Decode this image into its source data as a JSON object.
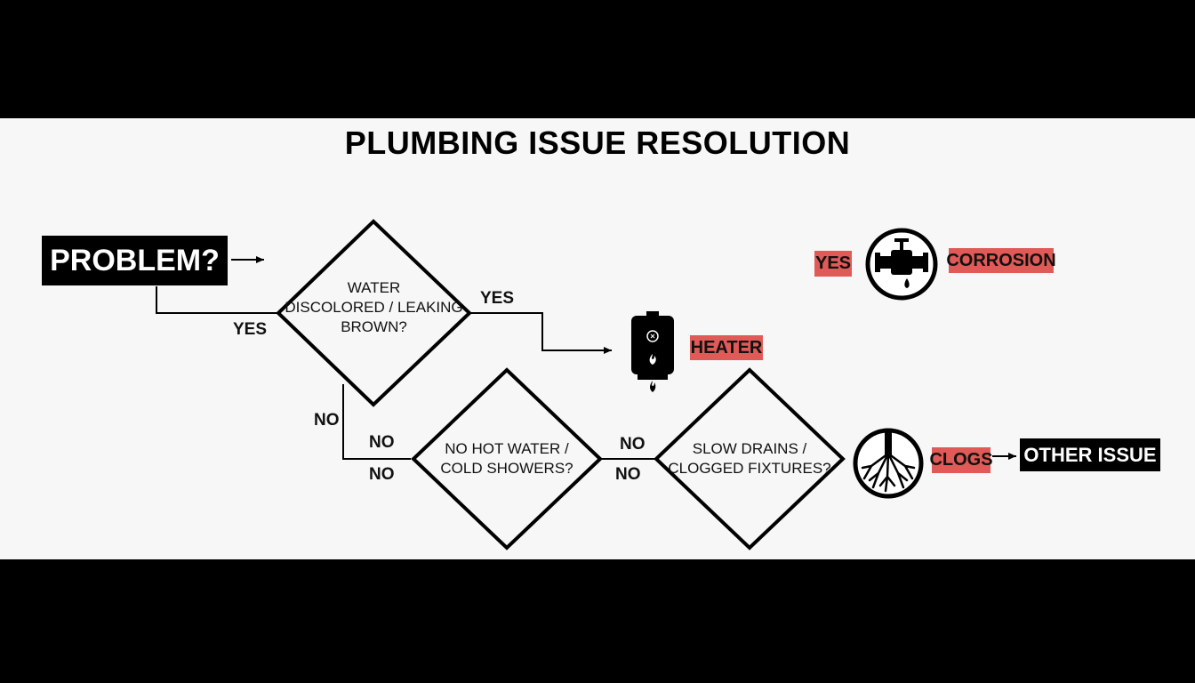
{
  "title": "PLUMBING ISSUE RESOLUTION",
  "start": {
    "label": "PROBLEM?"
  },
  "decisions": [
    {
      "lines": [
        "WATER",
        "DISCOLORED / LEAKING",
        "BROWN?"
      ]
    },
    {
      "lines": [
        "NO HOT WATER /",
        "COLD SHOWERS?"
      ]
    },
    {
      "lines": [
        "SLOW DRAINS /",
        "CLOGGED FIXTURES?"
      ]
    }
  ],
  "edge_labels": {
    "yes_start": "YES",
    "yes_d1": "YES",
    "no_left": "NO",
    "no_top_1": "NO",
    "no_bottom_1": "NO",
    "no_top_2": "NO",
    "no_bottom_2": "NO",
    "yes_corrosion": "YES"
  },
  "outcomes": {
    "heater": "HEATER",
    "corrosion": "CORROSION",
    "clogs": "CLOGS",
    "other": "OTHER ISSUE"
  },
  "icons": {
    "heater": "water-heater-icon",
    "corrosion": "leaking-valve-icon",
    "clogs": "root-clog-icon"
  },
  "colors": {
    "accent": "#e05a57",
    "black": "#000000",
    "background": "#f7f7f7"
  }
}
